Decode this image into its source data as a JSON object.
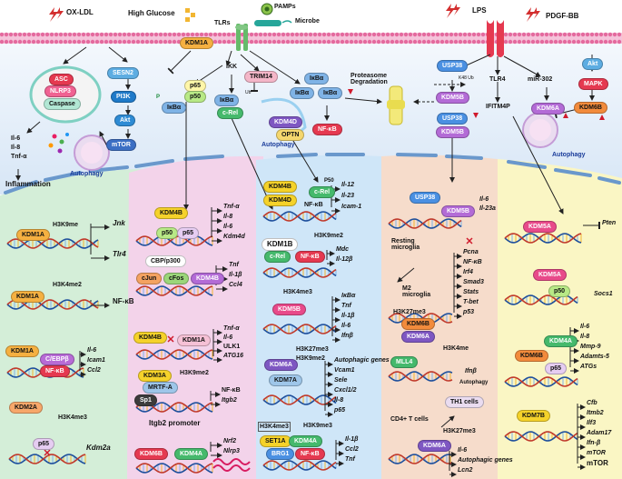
{
  "top": {
    "ox_ldl": "OX-LDL",
    "high_glucose": "High Glucose",
    "tlrs": "TLRs",
    "pamps": "PAMPs",
    "microbe": "Microbe",
    "lps": "LPS",
    "pdgf_bb": "PDGF-BB"
  },
  "upper": {
    "asc": "ASC",
    "nlrp3": "NLRP3",
    "caspase": "Caspase",
    "sesn2": "SESN2",
    "pi3k": "PI3K",
    "akt_left": "Akt",
    "mtor": "mTOR",
    "il6": "Il-6",
    "il8": "Il-8",
    "tnfa": "Tnf-α",
    "inflammation": "Inflammation",
    "autophagy_left": "Autophagy",
    "kdm1a": "KDM1A",
    "p_mark": "P",
    "p65": "p65",
    "p50": "p50",
    "ikba_left": "IκBα",
    "ikk": "IKK",
    "ikba_mid": "IκBα",
    "crel": "c-Rel",
    "trim14": "TRIM14",
    "ub": "Ub",
    "kdm4d": "KDM4D",
    "optn": "OPTN",
    "autophagy_mid": "Autophagy",
    "ikba_1": "IκBα",
    "ikba_2": "IκBα",
    "ikba_3": "IκBα",
    "nfkb_mid": "NF-κB",
    "proteasome": "Proteasome Degradation",
    "usp38": "USP38",
    "k48_ub": "K48 Ub",
    "kdm5b": "KDM5B",
    "usp38_2": "USP38",
    "kdm5b_2": "KDM5B",
    "tlr4": "TLR4",
    "ifitm4p": "IFITM4P",
    "mir302": "miR-302",
    "kdm6a": "KDM6A",
    "akt_right": "Akt",
    "mapk": "MAPK",
    "kdm6b": "KDM6B",
    "autophagy_right": "Autophagy"
  },
  "panel1": {
    "kdm1a_a": "KDM1A",
    "h3k9me": "H3K9me",
    "jnk": "Jnk",
    "tlr4": "Tlr4",
    "kdm1a_b": "KDM1A",
    "h3k4me2": "H3K4me2",
    "nfkb": "NF-κB",
    "kdm1a_c": "KDM1A",
    "cebpb": "C/EBPβ",
    "nfkb_c": "NF-κB",
    "il6": "Il-6",
    "icam1": "Icam1",
    "ccl2": "Ccl2",
    "kdm2a": "KDM2A",
    "h3k4me3": "H3K4me3",
    "p65": "p65",
    "kdm2a_gene": "Kdm2a",
    "me": "me"
  },
  "panel2": {
    "kdm4b": "KDM4B",
    "p50": "p50",
    "p65": "p65",
    "tnfa": "Tnf-α",
    "il8": "Il-8",
    "il6": "Il-6",
    "kdm4d": "Kdm4d",
    "cbp": "CBP/p300",
    "cjun": "cJun",
    "cfos": "cFos",
    "kdm4b_v": "KDM4B",
    "tnf": "Tnf",
    "il1b": "Il-1β",
    "ccl4": "Ccl4",
    "kdm4b_2": "KDM4B",
    "kdm1a": "KDM1A",
    "tnfa2": "Tnf-α",
    "il6_2": "Il-6",
    "ulk1": "ULK1",
    "atg16": "ATG16",
    "kdm3a": "KDM3A",
    "h3k9me2": "H3K9me2",
    "mrtfa": "MRTF-A",
    "sp1": "Sp1",
    "nfkb": "NF-κB",
    "itgb2": "Itgb2",
    "promoter_lbl": "Itgb2  promoter",
    "kdm6b": "KDM6B",
    "kdm4a": "KDM4A",
    "nrf2": "Nrf2",
    "nlrp3": "Nlrp3"
  },
  "panel3": {
    "kdm4b": "KDM4B",
    "kdm4d": "KDM4D",
    "p50": "P50",
    "crel": "c-Rel",
    "nfkb": "NF-κB",
    "il12": "Il-12",
    "il23": "Il-23",
    "icam1": "Icam-1",
    "kdm1b": "KDM1B",
    "crel2": "c-Rel",
    "nfkb2": "NF-κB",
    "h3k9me2": "H3K9me2",
    "mdc": "Mdc",
    "il12b": "Il-12β",
    "h3k4me3": "H3K4me3",
    "kdm5b": "KDM5B",
    "ikba": "IκBα",
    "tnf": "Tnf",
    "il1b": "Il-1β",
    "il6": "Il-6",
    "ifnb": "Ifnβ",
    "h3k27me3": "H3K27me3",
    "h3k9me2_b": "H3K9me2",
    "kdm6a": "KDM6A",
    "kdm7a": "KDM7A",
    "autophagic": "Autophagic genes",
    "vcam1": "Vcam1",
    "sele": "Sele",
    "cxcl12": "Cxcl1/2",
    "il8": "Il-8",
    "p65": "p65",
    "h3k4me3_b": "H3K4me3",
    "h3k9me3": "H3K9me3",
    "set1a": "SET1A",
    "kdm4a": "KDM4A",
    "brg1": "BRG1",
    "nfkb3": "NF-κB",
    "il1b_b": "Il-1β",
    "ccl2": "Ccl2",
    "tnf_b": "Tnf"
  },
  "panel4": {
    "usp38": "USP38",
    "kdm5b": "KDM5B",
    "il6": "Il-6",
    "il23a": "Il-23a",
    "resting": "Resting microglia",
    "m2": "M2 microglia",
    "h3k27me3": "H3K27me3",
    "kdm6b": "KDM6B",
    "kdm6a": "KDM6A",
    "pcna": "Pcna",
    "nfkb": "NF-κB",
    "irf4": "Irf4",
    "smad3": "Smad3",
    "stats": "Stats",
    "tbet": "T-bet",
    "p53": "p53",
    "h3k4me": "H3K4me",
    "mll4": "MLL4",
    "ifnb": "Ifnβ",
    "autophagy": "Autophagy",
    "cd4": "CD4+ T cells",
    "th1": "TH1 cells",
    "h3k27me3_b": "H3K27me3",
    "kdm6a_b": "KDM6A",
    "il6_b": "Il-6",
    "autophagic": "Autophagic genes",
    "lcn2": "Lcn2"
  },
  "panel5": {
    "kdm5a": "KDM5A",
    "pten": "Pten",
    "kdm5a_b": "KDM5A",
    "p50": "p50",
    "socs1": "Socs1",
    "kdm4a": "KDM4A",
    "kdm6b": "KDM6B",
    "p65": "p65",
    "il6": "Il-6",
    "il8": "Il-8",
    "mmp9": "Mmp-9",
    "adamts5": "Adamts-5",
    "atgs": "ATGs",
    "kdm7b": "KDM7B",
    "cfb": "Cfb",
    "itmb2": "Itmb2",
    "ilf3": "Ilf3",
    "adam17": "Adam17",
    "ifnb": "Ifn-β",
    "mtor_i": "mTOR",
    "mtor_b": "mTOR"
  },
  "colors": {
    "membrane": "#e46a9e",
    "panel1": "#d4eed8",
    "panel2": "#f3d3ea",
    "panel3": "#cfe6f8",
    "panel4": "#f6dccb",
    "panel5": "#faf6c4",
    "upper": "#dfeaf8"
  }
}
